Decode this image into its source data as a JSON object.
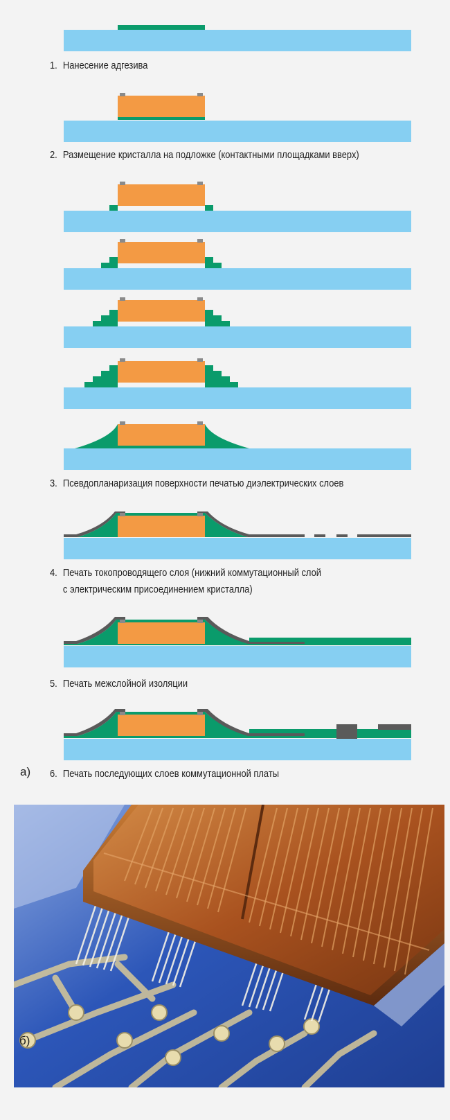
{
  "colors": {
    "background": "#f3f3f3",
    "substrate": "#86cff2",
    "adhesive_dielectric": "#0a9b6b",
    "chip": "#f39a44",
    "conductor_pads": "#5a5a5a",
    "photo_board": "#2c56b8",
    "photo_chip": "#b4602a"
  },
  "panel_a_label": "а)",
  "panel_b_label": "б)",
  "steps": [
    {
      "number": "1.",
      "text": "Нанесение адгезива"
    },
    {
      "number": "2.",
      "text": "Размещение кристалла на подложке (контактными площадками вверх)"
    },
    {
      "number": "3.",
      "text": "Псевдопланаризация поверхности печатью диэлектрических слоев"
    },
    {
      "number": "4.",
      "text": "Печать токопроводящего слоя (нижний коммутационный слой",
      "text_line2": "с электрическим присоединением кристалла)"
    },
    {
      "number": "5.",
      "text": "Печать межслойной изоляции"
    },
    {
      "number": "6.",
      "text": "Печать последующих слоев коммутационной платы"
    }
  ],
  "step3_dielectric_passes": 5,
  "photo": {
    "icons": {
      "photo": "chip-on-board-photo-icon"
    }
  }
}
